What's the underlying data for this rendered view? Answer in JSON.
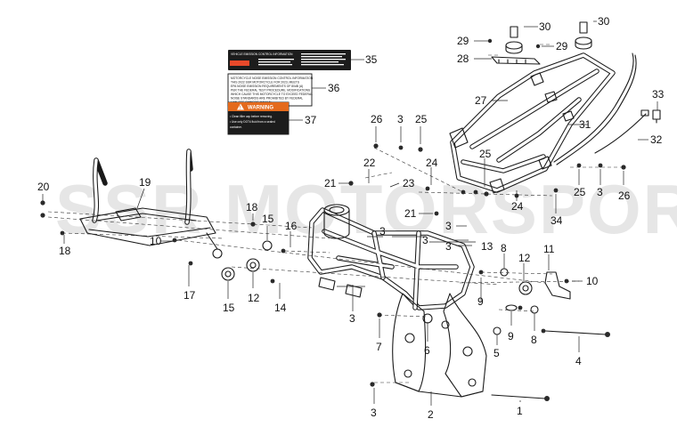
{
  "watermark": "SSR MOTORSPORTS",
  "labels": {
    "emission_label": {
      "text": "VEHICLE EMISSION CONTROL INFORMATION"
    },
    "noise_label": {
      "lines": [
        "MOTORCYCLE NOISE EMISSION CONTROL INFORMATION",
        "THIS 2022 SSR MOTORCYCLE FOR 2023, MEETS",
        "EPA NOISE EMISSION REQUIREMENTS OF 80dB (A)",
        "PER THE FEDERAL TEST PROCEDURE. MODIFICATIONS",
        "WHICH CAUSE THIS MOTORCYCLE TO EXCEED FEDERAL",
        "NOISE STANDARDS ARE PROHIBITED BY FEDERAL",
        "LAW. SEE OWNER'S MANUAL."
      ]
    },
    "warning_label": {
      "title": "WARNING",
      "lines": [
        "• Clean filler cap before removing.",
        "• Use only DOT4 fluid from a sealed",
        "  container."
      ]
    }
  },
  "callouts": [
    "1",
    "2",
    "3",
    "4",
    "5",
    "6",
    "7",
    "8",
    "9",
    "10",
    "11",
    "12",
    "13",
    "14",
    "15",
    "16",
    "17",
    "18",
    "19",
    "20",
    "21",
    "22",
    "23",
    "24",
    "25",
    "26",
    "27",
    "28",
    "29",
    "30",
    "31",
    "32",
    "33",
    "34",
    "35",
    "36",
    "37"
  ],
  "colors": {
    "line": "#1a1a1a",
    "watermark": "#d2d2d2",
    "warning_orange": "#e46a1c",
    "label_black": "#1c1c1c"
  }
}
